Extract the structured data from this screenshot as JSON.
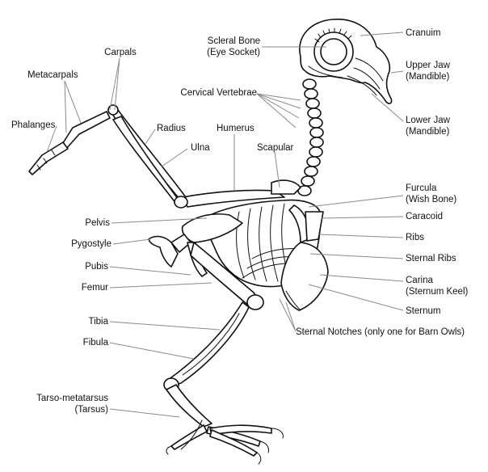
{
  "labels": {
    "scleral_bone": [
      "Scleral Bone",
      "(Eye Socket)"
    ],
    "cranium": [
      "Cranuim"
    ],
    "upper_jaw": [
      "Upper Jaw",
      "(Mandible)"
    ],
    "lower_jaw": [
      "Lower Jaw",
      "(Mandible)"
    ],
    "carpals": [
      "Carpals"
    ],
    "metacarpals": [
      "Metacarpals"
    ],
    "cervical_vertebrae": [
      "Cervical Vertebrae"
    ],
    "phalanges": [
      "Phalanges"
    ],
    "radius": [
      "Radius"
    ],
    "humerus": [
      "Humerus"
    ],
    "ulna": [
      "Ulna"
    ],
    "scapular": [
      "Scapular"
    ],
    "furcula": [
      "Furcula",
      "(Wish Bone)"
    ],
    "caracoid": [
      "Caracoid"
    ],
    "pelvis": [
      "Pelvis"
    ],
    "ribs": [
      "Ribs"
    ],
    "pygostyle": [
      "Pygostyle"
    ],
    "sternal_ribs": [
      "Sternal Ribs"
    ],
    "pubis": [
      "Pubis"
    ],
    "carina": [
      "Carina",
      "(Sternum Keel)"
    ],
    "femur": [
      "Femur"
    ],
    "sternum": [
      "Sternum"
    ],
    "tibia": [
      "Tibia"
    ],
    "sternal_notches": [
      "Sternal Notches (only one for Barn Owls)"
    ],
    "fibula": [
      "Fibula"
    ],
    "tarso_metatarsus": [
      "Tarso-metatarsus",
      "(Tarsus)"
    ]
  },
  "colors": {
    "ink": "#111111",
    "leader": "#8a8a8a",
    "background": "#ffffff"
  }
}
